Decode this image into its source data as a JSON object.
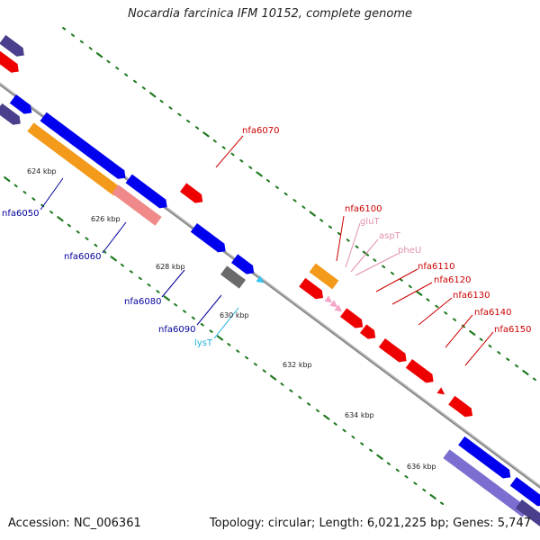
{
  "title": "Nocardia farcinica IFM 10152, complete genome",
  "footer": {
    "accession": "Accession: NC_006361",
    "summary": "Topology: circular; Length: 6,021,225 bp; Genes: 5,747"
  },
  "colors": {
    "backbone": "#8a8a8a",
    "dots": "#1f7a1f",
    "cds_forward": "#0000ee",
    "cds_reverse": "#ee0000",
    "cds_other": "#4a3f8c",
    "rrna": "#f39a1a",
    "pseudo": "#f08a8a",
    "trna": "#f4a6c8",
    "trna_lys": "#33c4f0",
    "gray_gene": "#6a6a6a",
    "label_blue": "#000099",
    "label_red": "#cc0000",
    "label_pink": "#e090b0",
    "label_cyan": "#20b0e0"
  },
  "ticks": [
    "624 kbp",
    "626 kbp",
    "628 kbp",
    "630 kbp",
    "632 kbp",
    "634 kbp",
    "636 kbp"
  ],
  "gene_labels": [
    {
      "text": "nfa6050",
      "color": "label_blue"
    },
    {
      "text": "nfa6060",
      "color": "label_blue"
    },
    {
      "text": "nfa6070",
      "color": "label_red"
    },
    {
      "text": "nfa6080",
      "color": "label_blue"
    },
    {
      "text": "nfa6090",
      "color": "label_blue"
    },
    {
      "text": "lysT",
      "color": "label_cyan"
    },
    {
      "text": "nfa6100",
      "color": "label_red"
    },
    {
      "text": "gluT",
      "color": "label_pink"
    },
    {
      "text": "aspT",
      "color": "label_pink"
    },
    {
      "text": "pheU",
      "color": "label_pink"
    },
    {
      "text": "nfa6110",
      "color": "label_red"
    },
    {
      "text": "nfa6120",
      "color": "label_red"
    },
    {
      "text": "nfa6130",
      "color": "label_red"
    },
    {
      "text": "nfa6140",
      "color": "label_red"
    },
    {
      "text": "nfa6150",
      "color": "label_red"
    }
  ]
}
